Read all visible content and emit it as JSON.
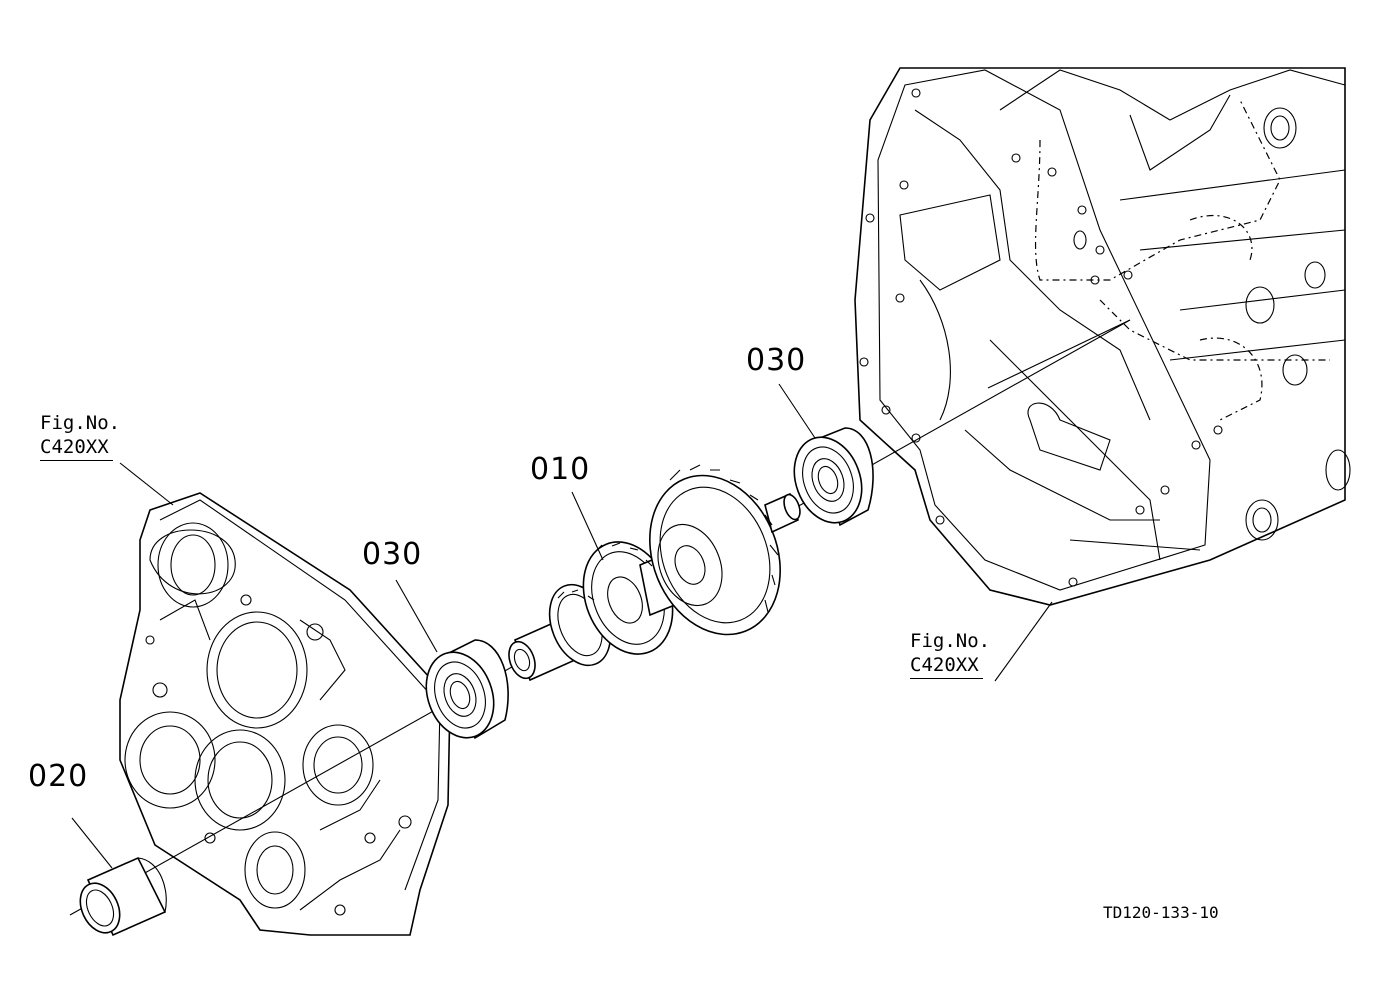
{
  "callouts": {
    "shaft_gear": "010",
    "bushing": "020",
    "bearing_left": "030",
    "bearing_right": "030"
  },
  "figure_refs": {
    "left": {
      "label": "Fig.No.",
      "code": "C420XX"
    },
    "right": {
      "label": "Fig.No.",
      "code": "C420XX"
    }
  },
  "drawing_id": "TD120-133-10",
  "colors": {
    "ink": "#000000",
    "paper": "#ffffff"
  }
}
